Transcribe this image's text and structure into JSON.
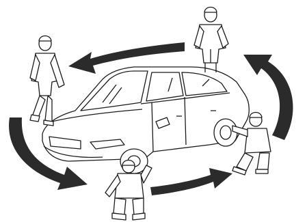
{
  "illustration": {
    "colors": {
      "background": "#ffffff",
      "stroke": "#1a1a1a",
      "arrow": "#2b2b2b",
      "fill": "#ffffff"
    },
    "arrows": [
      "arrow-top-left",
      "arrow-left-down",
      "arrow-bottom-right",
      "arrow-right-up"
    ],
    "figures": [
      "mechanic-top",
      "mechanic-left",
      "mechanic-front-wheel",
      "mechanic-rear-wheel"
    ],
    "vehicle": "sedan"
  }
}
